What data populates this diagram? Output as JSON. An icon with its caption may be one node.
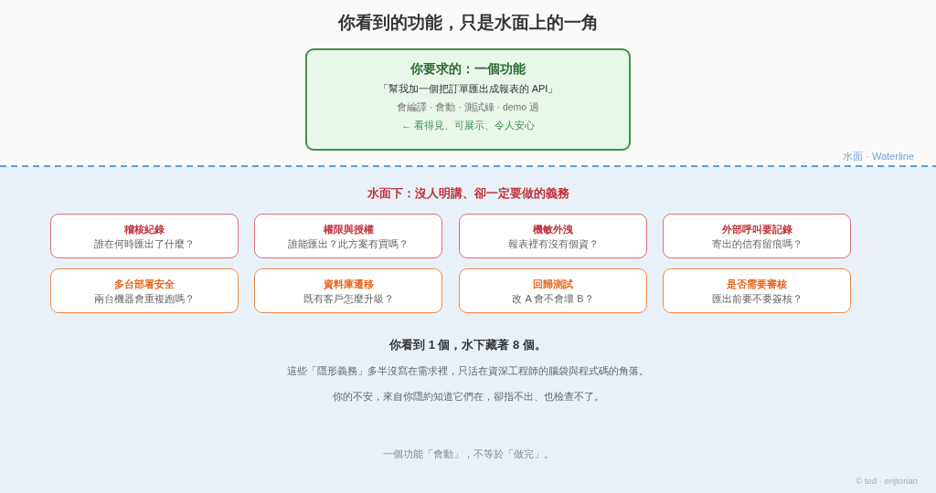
{
  "diagram": {
    "title": "你看到的功能，只是水面上的一角",
    "nodes": [
      {
        "text": [
          "你要求的：一個功能",
          "「幫我加一個把訂單匯出成報表的 API」",
          "會編譯 · 會動 · 測試綠 · demo 過",
          "← 看得見、可展示、令人安心"
        ]
      },
      {
        "text": [
          "稽核紀錄",
          "誰在何時匯出了什麼？"
        ]
      },
      {
        "text": [
          "權限與授權",
          "誰能匯出？此方案有買嗎？"
        ]
      },
      {
        "text": [
          "機敏外洩",
          "報表裡有沒有個資？"
        ]
      },
      {
        "text": [
          "外部呼叫要記錄",
          "寄出的信有留痕嗎？"
        ]
      },
      {
        "text": [
          "多台部署安全",
          "兩台機器會重複跑嗎？"
        ]
      },
      {
        "text": [
          "資料庫遷移",
          "既有客戶怎麼升級？"
        ]
      },
      {
        "text": [
          "回歸測試",
          "改 A 會不會壞 B？"
        ]
      },
      {
        "text": [
          "是否需要審核",
          "匯出前要不要簽核？"
        ]
      }
    ],
    "labels": [
      "水面 · Waterline",
      "水面下：沒人明講、卻一定要做的義務",
      "你看到 1 個，水下藏著 8 個。",
      "這些「隱形義務」多半沒寫在需求裡，只活在資深工程師的腦袋與程式碼的角落。",
      "你的不安，來自你隱約知道它們在，卻指不出、也檢查不了。",
      "一個功能「會動」，不等於「做完」。",
      "© ted · enjtorian"
    ]
  }
}
